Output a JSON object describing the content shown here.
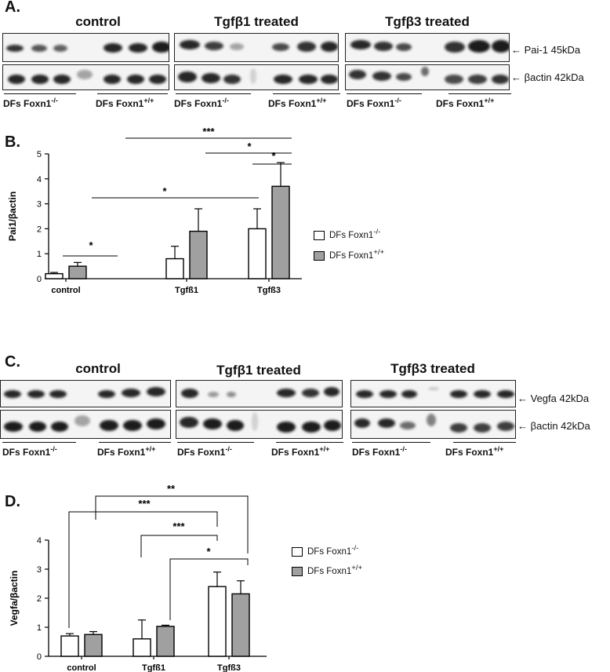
{
  "panelA": {
    "letter": "A.",
    "conditions": [
      "control",
      "Tgfβ1 treated",
      "Tgfβ3 treated"
    ],
    "protein_label": "Pai-1 45kDa",
    "loading_label": "βactin 42kDa",
    "group_left": "DFs Foxn1",
    "group_left_sup": "-/-",
    "group_right": "DFs Foxn1",
    "group_right_sup": "+/+"
  },
  "panelB": {
    "letter": "B.",
    "ylabel": "Pai1/βactin",
    "sig": [
      "***",
      "*",
      "*",
      "*",
      "*"
    ],
    "legend": [
      {
        "label": "DFs Foxn1",
        "sup": "-/-",
        "color": "#ffffff"
      },
      {
        "label": "DFs Foxn1",
        "sup": "+/+",
        "color": "#a0a0a0"
      }
    ]
  },
  "panelC": {
    "letter": "C.",
    "conditions": [
      "control",
      "Tgfβ1 treated",
      "Tgfβ3 treated"
    ],
    "protein_label": "Vegfa 42kDa",
    "loading_label": "βactin 42kDa",
    "group_left": "DFs Foxn1",
    "group_left_sup": "-/-",
    "group_right": "DFs Foxn1",
    "group_right_sup": "+/+"
  },
  "panelD": {
    "letter": "D.",
    "ylabel": "Vegfa/βactin",
    "sig": [
      "**",
      "***",
      "***",
      "*"
    ],
    "legend": [
      {
        "label": "DFs Foxn1",
        "sup": "-/-",
        "color": "#ffffff"
      },
      {
        "label": "DFs Foxn1",
        "sup": "+/+",
        "color": "#a0a0a0"
      }
    ]
  },
  "chart_data": [
    {
      "type": "bar",
      "title": "",
      "xlabel": "",
      "ylabel": "Pai1/βactin",
      "categories": [
        "control",
        "Tgfß1",
        "Tgfß3"
      ],
      "ylim": [
        0,
        5
      ],
      "yticks": [
        0,
        1,
        2,
        3,
        4,
        5
      ],
      "series": [
        {
          "name": "DFs Foxn1-/-",
          "values": [
            0.2,
            0.8,
            2.0
          ],
          "errors": [
            0.05,
            0.5,
            0.8
          ],
          "color": "#ffffff"
        },
        {
          "name": "DFs Foxn1+/+",
          "values": [
            0.5,
            1.9,
            3.7
          ],
          "errors": [
            0.15,
            0.9,
            0.95
          ],
          "color": "#a0a0a0"
        }
      ],
      "legend_position": "right"
    },
    {
      "type": "bar",
      "title": "",
      "xlabel": "",
      "ylabel": "Vegfa/βactin",
      "categories": [
        "control",
        "Tgfß1",
        "Tgfß3"
      ],
      "ylim": [
        0,
        4
      ],
      "yticks": [
        0,
        1,
        2,
        3,
        4
      ],
      "series": [
        {
          "name": "DFs Foxn1-/-",
          "values": [
            0.7,
            0.6,
            2.4
          ],
          "errors": [
            0.08,
            0.65,
            0.5
          ],
          "color": "#ffffff"
        },
        {
          "name": "DFs Foxn1+/+",
          "values": [
            0.75,
            1.03,
            2.15
          ],
          "errors": [
            0.1,
            0.04,
            0.45
          ],
          "color": "#a0a0a0"
        }
      ],
      "legend_position": "right"
    }
  ]
}
